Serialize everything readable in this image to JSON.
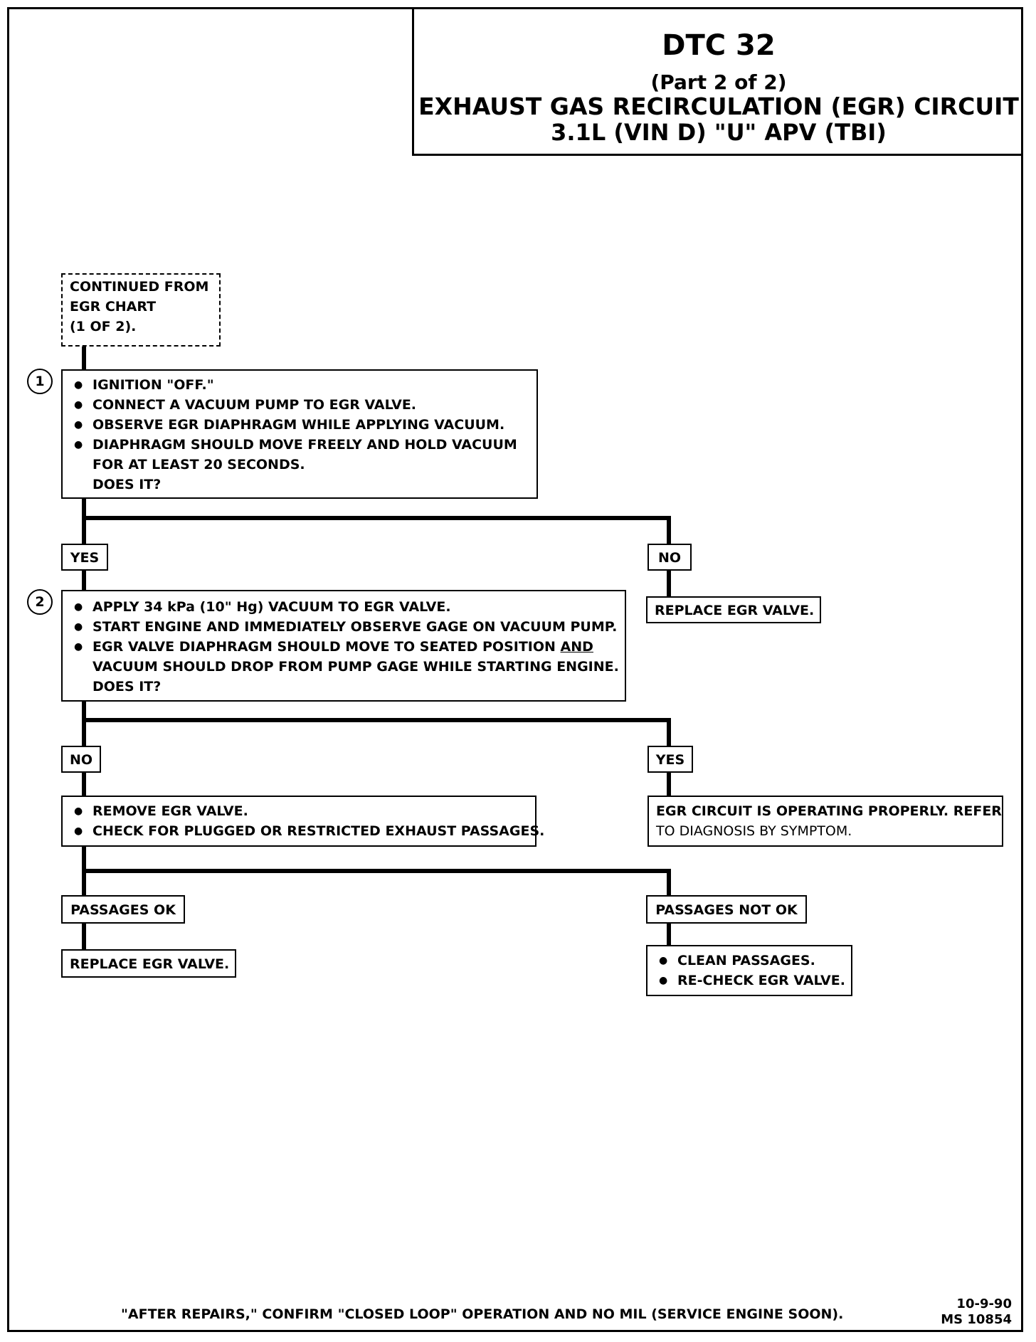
{
  "title": {
    "main": "DTC 32",
    "part": "(Part 2 of 2)",
    "subtitle": "EXHAUST GAS RECIRCULATION (EGR) CIRCUIT",
    "engine": "3.1L  (VIN D)  \"U\"  APV  (TBI)"
  },
  "start": {
    "lines": [
      "CONTINUED FROM",
      "EGR CHART",
      "(1 OF 2)."
    ]
  },
  "step1": {
    "number": "1",
    "bullets": [
      "IGNITION \"OFF.\"",
      "CONNECT A VACUUM PUMP TO EGR VALVE.",
      "OBSERVE EGR DIAPHRAGM WHILE APPLYING VACUUM.",
      "DIAPHRAGM SHOULD MOVE FREELY AND HOLD VACUUM"
    ],
    "continuation": "FOR AT LEAST 20 SECONDS.",
    "question": "DOES IT?"
  },
  "branch1": {
    "yes": "YES",
    "no": "NO"
  },
  "no1_result": "REPLACE EGR VALVE.",
  "step2": {
    "number": "2",
    "bullets": [
      "APPLY 34 kPa (10\" Hg) VACUUM TO EGR VALVE.",
      "START ENGINE AND IMMEDIATELY OBSERVE GAGE ON VACUUM PUMP."
    ],
    "bullet3_pre": "EGR VALVE DIAPHRAGM SHOULD MOVE TO SEATED POSITION ",
    "bullet3_emph": "AND",
    "continuation": "VACUUM SHOULD DROP FROM PUMP GAGE WHILE STARTING ENGINE.",
    "question": "DOES IT?"
  },
  "branch2": {
    "no": "NO",
    "yes": "YES"
  },
  "yes2_result": {
    "line1": "EGR CIRCUIT IS OPERATING PROPERLY.  REFER",
    "line2": "TO DIAGNOSIS BY SYMPTOM."
  },
  "no2_action": {
    "bullets": [
      "REMOVE EGR VALVE.",
      "CHECK FOR PLUGGED OR RESTRICTED EXHAUST PASSAGES."
    ]
  },
  "branch3": {
    "ok": "PASSAGES OK",
    "not_ok": "PASSAGES NOT OK"
  },
  "ok_result": "REPLACE EGR VALVE.",
  "not_ok_result": {
    "bullets": [
      "CLEAN PASSAGES.",
      "RE-CHECK EGR VALVE."
    ]
  },
  "footer": {
    "note": "\"AFTER REPAIRS,\" CONFIRM \"CLOSED LOOP\" OPERATION AND NO MIL (SERVICE ENGINE SOON).",
    "date": "10-9-90",
    "code": "MS 10854"
  }
}
